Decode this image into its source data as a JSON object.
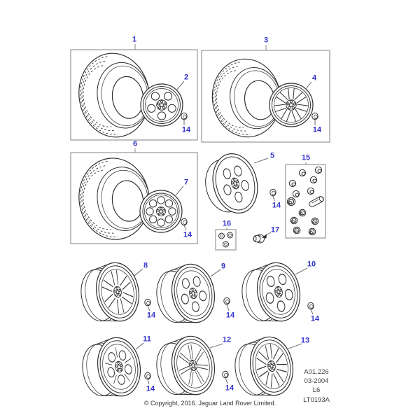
{
  "callouts": {
    "c1": "1",
    "c2": "2",
    "c3": "3",
    "c4": "4",
    "c5": "5",
    "c6": "6",
    "c7": "7",
    "c8": "8",
    "c9": "9",
    "c10": "10",
    "c11": "11",
    "c12": "12",
    "c13": "13",
    "c14": "14",
    "c15": "15",
    "c16": "16",
    "c17": "17"
  },
  "ref_block": {
    "line1": "A01.226",
    "line2": "03-2004",
    "line3": "L6",
    "line4": "LT0193A"
  },
  "footer": {
    "copyright": "© Copyright, 2016. Jaguar Land Rover Limited."
  },
  "colors": {
    "callout_blue": "#3333cc",
    "drawing_line": "#2f2f2f",
    "box_border": "#979797"
  }
}
